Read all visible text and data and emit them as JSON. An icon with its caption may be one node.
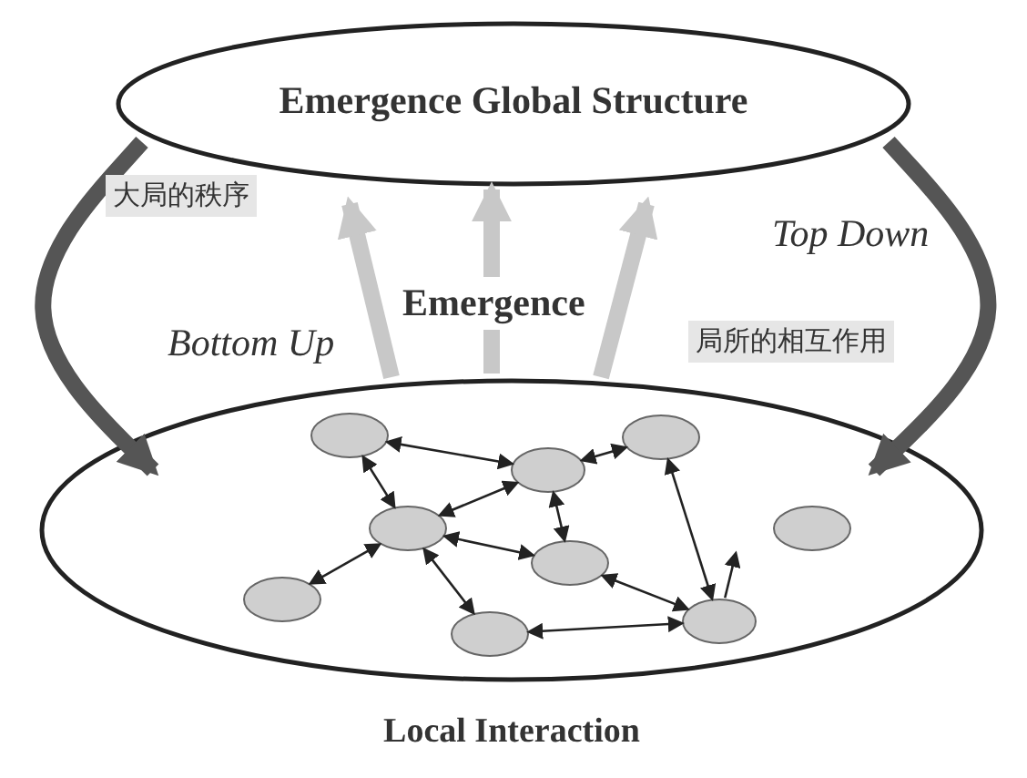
{
  "diagram": {
    "nodes": [
      {
        "text": [
          "Emergence Global Structure"
        ]
      },
      {
        "text": [],
        "shape": "ellipse",
        "beside": [
          "Local Interaction"
        ]
      },
      {
        "text": [],
        "shape": "ellipse",
        "in": 1
      },
      {
        "text": [],
        "shape": "ellipse",
        "in": 1
      },
      {
        "text": [],
        "shape": "ellipse",
        "in": 1
      },
      {
        "text": [],
        "shape": "ellipse",
        "in": 1
      },
      {
        "text": [],
        "shape": "ellipse",
        "in": 1
      },
      {
        "text": [],
        "shape": "ellipse",
        "in": 1
      },
      {
        "text": [],
        "shape": "ellipse",
        "in": 1
      },
      {
        "text": [],
        "shape": "ellipse",
        "in": 1
      },
      {
        "text": [],
        "shape": "ellipse",
        "in": 1
      }
    ],
    "edges": [
      {
        "from": 1,
        "to": 0,
        "arrow": "to",
        "style": "thick",
        "color": "#c8c8c8"
      },
      {
        "from": 1,
        "to": 0,
        "arrow": "to",
        "style": "thick",
        "color": "#c8c8c8"
      },
      {
        "from": 1,
        "to": 0,
        "arrow": "to",
        "style": "thick",
        "color": "#c8c8c8"
      },
      {
        "from": 0,
        "to": 1,
        "arrow": "to",
        "style": "thick",
        "color": "#555555"
      },
      {
        "from": 0,
        "to": 1,
        "arrow": "to",
        "style": "thick",
        "color": "#555555"
      },
      {
        "from": 2,
        "to": 3,
        "arrow": "both"
      },
      {
        "from": 2,
        "to": 5,
        "arrow": "both"
      },
      {
        "from": 5,
        "to": 3,
        "arrow": "both"
      },
      {
        "from": 4,
        "to": 3,
        "arrow": "both"
      },
      {
        "from": 3,
        "to": 7,
        "arrow": "both"
      },
      {
        "from": 5,
        "to": 7,
        "arrow": "both"
      },
      {
        "from": 8,
        "to": 5,
        "arrow": "both"
      },
      {
        "from": 5,
        "to": 9,
        "arrow": "both"
      },
      {
        "from": 7,
        "to": 10,
        "arrow": "both"
      },
      {
        "from": 9,
        "to": 10,
        "arrow": "both"
      },
      {
        "from": 4,
        "to": 10,
        "arrow": "both"
      },
      {
        "from": 10,
        "to": null,
        "arrow": "to"
      }
    ],
    "labels": [
      "大局的秩序",
      "Bottom Up",
      "Emergence",
      "Top Down",
      "局所的相互作用"
    ]
  }
}
